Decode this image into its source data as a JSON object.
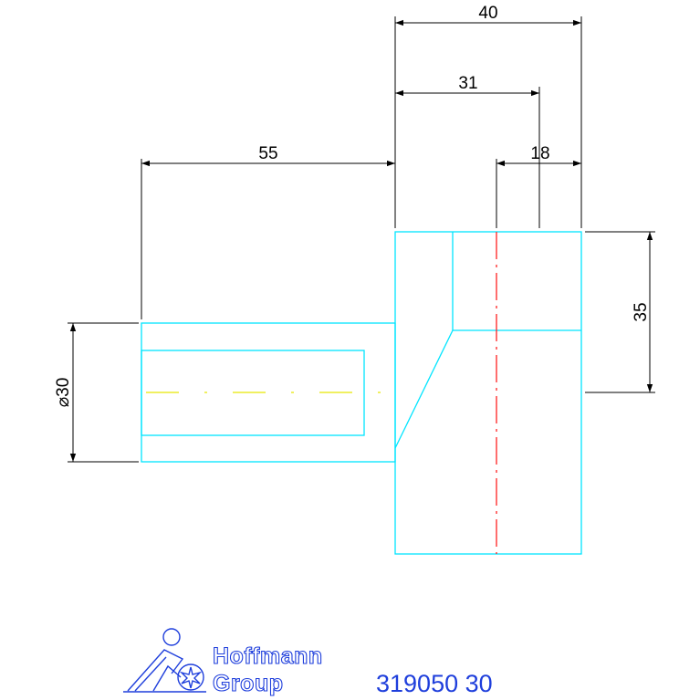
{
  "drawing": {
    "dimensions": {
      "d40": "40",
      "d31": "31",
      "d18": "18",
      "d55": "55",
      "d35": "35",
      "d30": "⌀30"
    },
    "colors": {
      "outline": "#00e5ff",
      "dimension": "#000000",
      "centerline_vertical": "#ff2020",
      "centerline_horizontal": "#e8e800",
      "brand": "#1f3fdc"
    }
  },
  "title_block": {
    "logo_line1": "Hoffmann",
    "logo_line2": "Group",
    "part_number": "319050 30",
    "logo_icon": "hoffmann-figure-icon"
  }
}
